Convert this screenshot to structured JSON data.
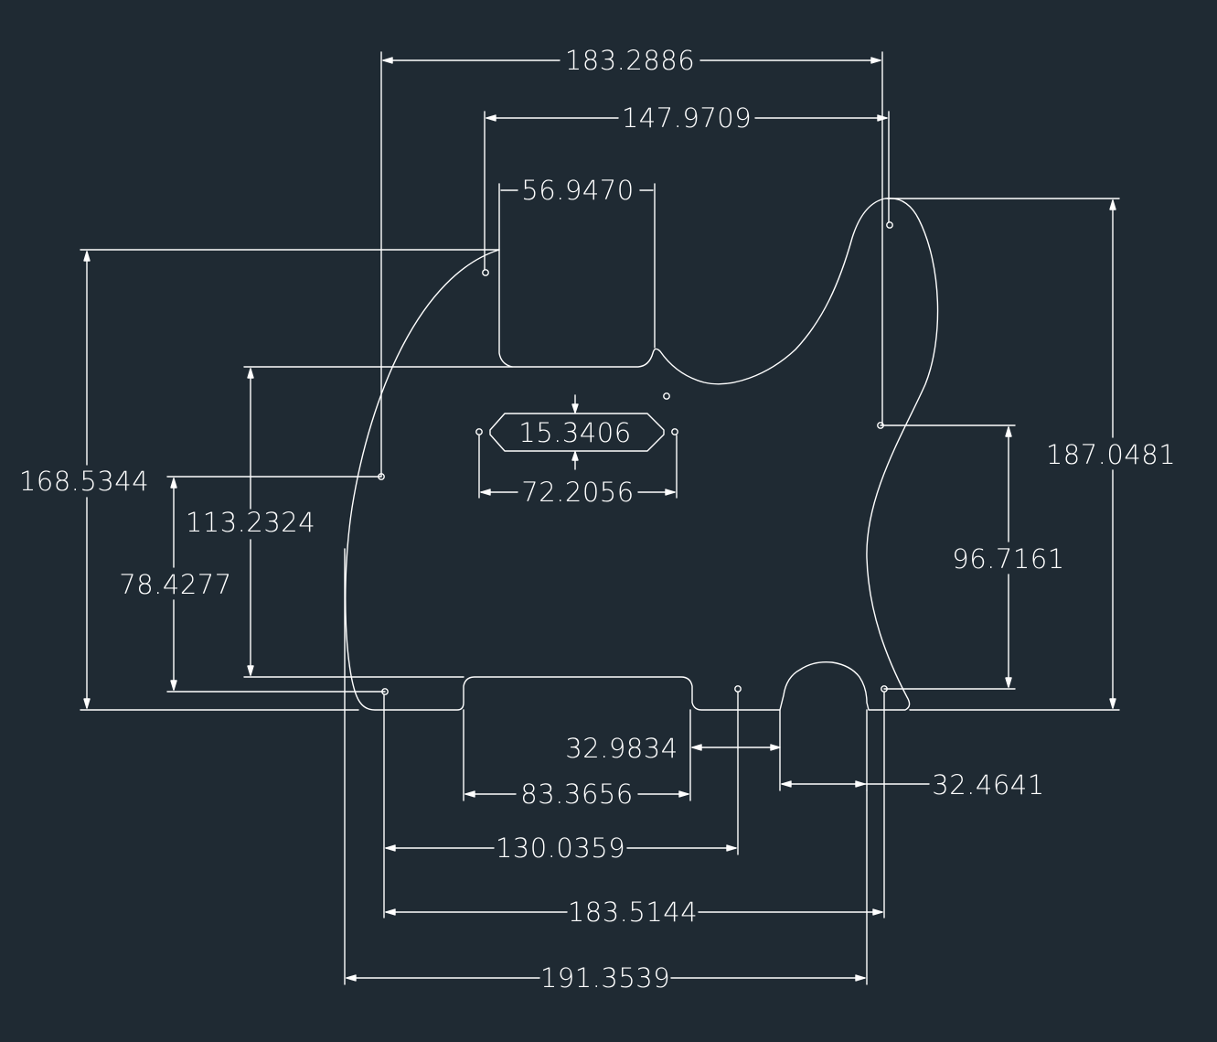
{
  "colors": {
    "background": "#1f2a33",
    "line": "#ffffff",
    "text": "#ffffff"
  },
  "dimensions": {
    "d183_2886": "183.2886",
    "d147_9709": "147.9709",
    "d56_9470": "56.9470",
    "d15_3406": "15.3406",
    "d72_2056": "72.2056",
    "d168_5344": "168.5344",
    "d113_2324": "113.2324",
    "d78_4277": "78.4277",
    "d187_0481": "187.0481",
    "d96_7161": "96.7161",
    "d32_9834": "32.9834",
    "d32_4641": "32.4641",
    "d83_3656": "83.3656",
    "d130_0359": "130.0359",
    "d183_5144": "183.5144",
    "d191_3539": "191.3539"
  }
}
